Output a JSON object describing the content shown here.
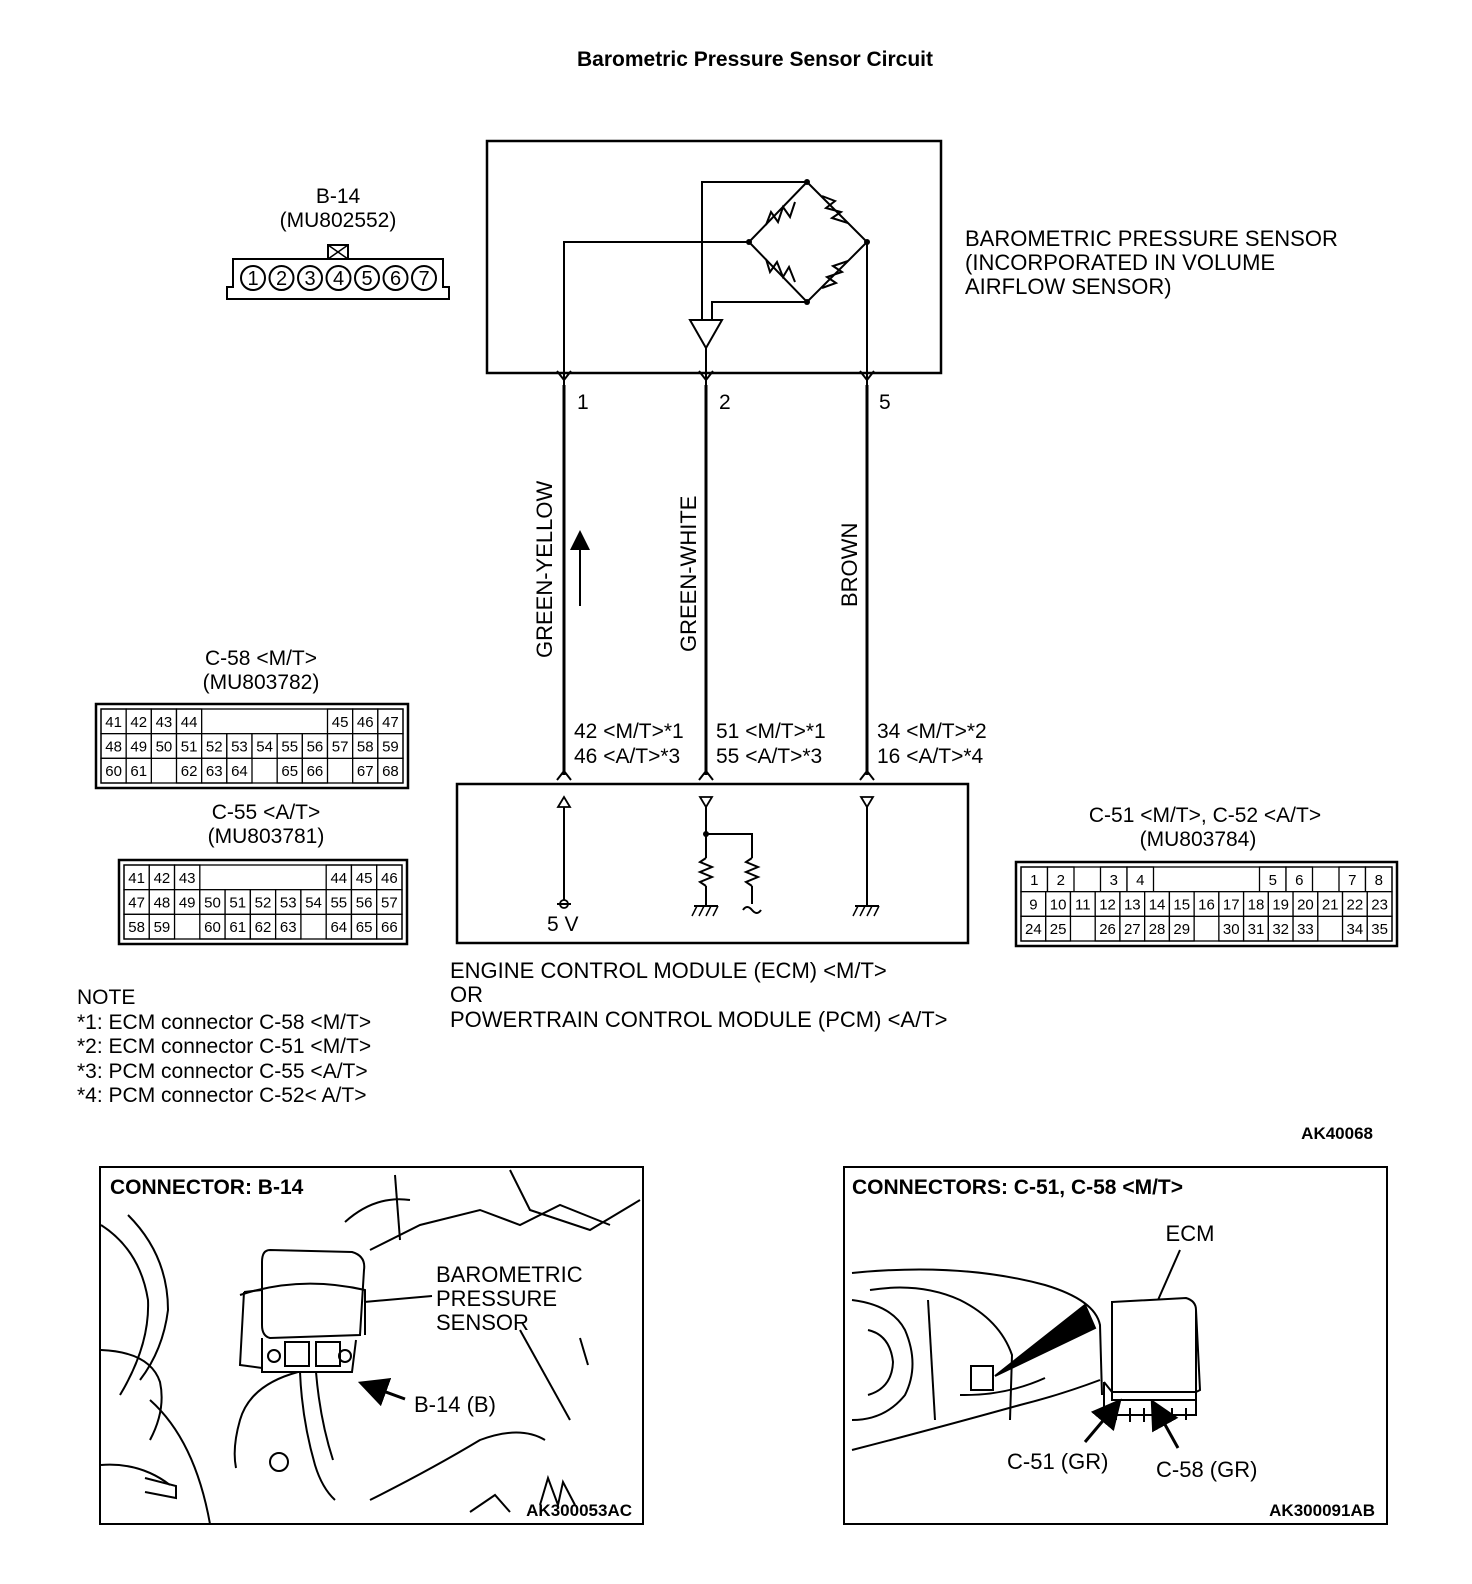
{
  "title": "Barometric Pressure Sensor Circuit",
  "sensor": {
    "label": [
      "BAROMETRIC PRESSURE SENSOR",
      "(INCORPORATED IN VOLUME",
      "AIRFLOW SENSOR)"
    ]
  },
  "b14": {
    "name": "B-14",
    "part": "(MU802552)",
    "pins": [
      "1",
      "2",
      "3",
      "4",
      "5",
      "6",
      "7"
    ]
  },
  "pins": {
    "p1": "1",
    "p2": "2",
    "p5": "5"
  },
  "wires": {
    "w1": "GREEN-YELLOW",
    "w2": "GREEN-WHITE",
    "w3": "BROWN"
  },
  "terminals": {
    "t1a": "42 <M/T>*1",
    "t1b": "46 <A/T>*3",
    "t2a": "51 <M/T>*1",
    "t2b": "55 <A/T>*3",
    "t3a": "34 <M/T>*2",
    "t3b": "16 <A/T>*4"
  },
  "ecm": {
    "voltage": "5 V",
    "label": [
      "ENGINE CONTROL MODULE (ECM) <M/T>",
      "OR",
      "POWERTRAIN CONTROL MODULE (PCM) <A/T>"
    ]
  },
  "c58": {
    "name": "C-58 <M/T>",
    "part": "(MU803782)",
    "rows": [
      [
        "41",
        "42",
        "43",
        "44",
        "",
        "",
        "",
        "",
        "",
        "45",
        "46",
        "47"
      ],
      [
        "48",
        "49",
        "50",
        "51",
        "52",
        "53",
        "54",
        "55",
        "56",
        "57",
        "58",
        "59"
      ],
      [
        "60",
        "61",
        "",
        "62",
        "63",
        "64",
        "",
        "65",
        "66",
        "",
        "67",
        "68"
      ]
    ]
  },
  "c55": {
    "name": "C-55 <A/T>",
    "part": "(MU803781)",
    "rows": [
      [
        "41",
        "42",
        "43",
        "",
        "",
        "",
        "",
        "",
        "44",
        "45",
        "46"
      ],
      [
        "47",
        "48",
        "49",
        "50",
        "51",
        "52",
        "53",
        "54",
        "55",
        "56",
        "57"
      ],
      [
        "58",
        "59",
        "",
        "60",
        "61",
        "62",
        "63",
        "",
        "64",
        "65",
        "66"
      ]
    ]
  },
  "c51": {
    "name": "C-51 <M/T>, C-52 <A/T>",
    "part": "(MU803784)",
    "rows": [
      [
        "1",
        "2",
        "",
        "3",
        "4",
        "",
        "",
        "",
        "",
        "5",
        "6",
        "",
        "7",
        "8"
      ],
      [
        "9",
        "10",
        "11",
        "12",
        "13",
        "14",
        "15",
        "16",
        "17",
        "18",
        "19",
        "20",
        "21",
        "22",
        "23"
      ],
      [
        "24",
        "25",
        "",
        "26",
        "27",
        "28",
        "29",
        "",
        "30",
        "31",
        "32",
        "33",
        "",
        "34",
        "35"
      ]
    ]
  },
  "note": {
    "heading": "NOTE",
    "lines": [
      "*1: ECM connector C-58 <M/T>",
      "*2: ECM connector C-51 <M/T>",
      "*3: PCM connector C-55 <A/T>",
      "*4: PCM connector C-52< A/T>"
    ]
  },
  "fig_code": "AK40068",
  "photo1": {
    "title": "CONNECTOR: B-14",
    "label": [
      "BAROMETRIC",
      "PRESSURE",
      "SENSOR"
    ],
    "callout": "B-14 (B)",
    "code": "AK300053AC"
  },
  "photo2": {
    "title": "CONNECTORS: C-51, C-58 <M/T>",
    "ecm": "ECM",
    "c51": "C-51 (GR)",
    "c58": "C-58 (GR)",
    "code": "AK300091AB"
  }
}
